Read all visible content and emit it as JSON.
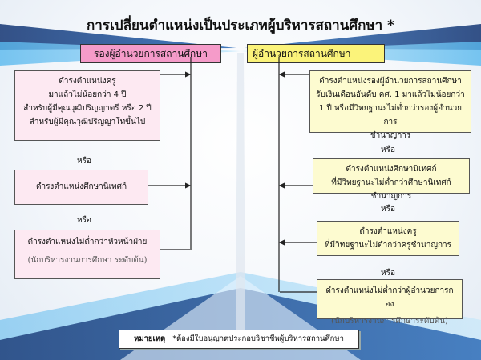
{
  "title": "การเปลี่ยนตำแหน่งเป็นประเภทผู้บริหารสถานศึกษา *",
  "left": {
    "header": "รองผู้อำนวยการสถานศึกษา",
    "boxes": [
      {
        "lines": [
          "ดำรงตำแหน่งครู",
          "มาแล้วไม่น้อยกว่า 4 ปี",
          "สำหรับผู้มีคุณวุฒิปริญญาตรี  หรือ 2 ปี",
          "สำหรับผู้มีคุณวุฒิปริญญาโทขึ้นไป"
        ]
      },
      {
        "lines": [
          "ดำรงตำแหน่งศึกษานิเทศก์"
        ]
      },
      {
        "lines": [
          "ดำรงตำแหน่งไม่ต่ำกว่าหัวหน้าฝ่าย"
        ],
        "sub": "(นักบริหารงานการศึกษา ระดับต้น)"
      }
    ],
    "or": [
      "หรือ",
      "หรือ"
    ]
  },
  "right": {
    "header": "ผู้อำนวยการสถานศึกษา",
    "boxes": [
      {
        "lines": [
          "ดำรงตำแหน่งรองผู้อำนวยการสถานศึกษา",
          "รับเงินเดือนอันดับ คศ. 1 มาแล้วไม่น้อยกว่า",
          "1 ปี หรือมีวิทยฐานะไม่ต่ำกว่ารองผู้อำนวยการ",
          "ชำนาญการ"
        ]
      },
      {
        "lines": [
          "ดำรงตำแหน่งศึกษานิเทศก์",
          "ที่มีวิทยฐานะไม่ต่ำกว่าศึกษานิเทศก์ชำนาญการ"
        ]
      },
      {
        "lines": [
          "ดำรงตำแหน่งครู",
          "ที่มีวิทยฐานะไม่ต่ำกว่าครูชำนาญการ"
        ]
      },
      {
        "lines": [
          "ดำรงตำแหน่งไม่ต่ำกว่าผู้อำนวยการกอง"
        ],
        "sub": "(นักบริหารงานการศึกษาระดับต้น)"
      }
    ],
    "or": [
      "หรือ",
      "หรือ",
      "หรือ"
    ]
  },
  "note": {
    "label": "หมายเหตุ",
    "text": "*ต้องมีใบอนุญาตประกอบวิชาชีพผู้บริหารสถานศึกษา"
  },
  "colors": {
    "left_header": "#f59bc9",
    "right_header": "#fbf37a",
    "left_box": "#fde9f2",
    "right_box": "#fdfbd0",
    "ribbon_dark": "#1f3f7a",
    "ribbon_light": "#58b8ee"
  }
}
